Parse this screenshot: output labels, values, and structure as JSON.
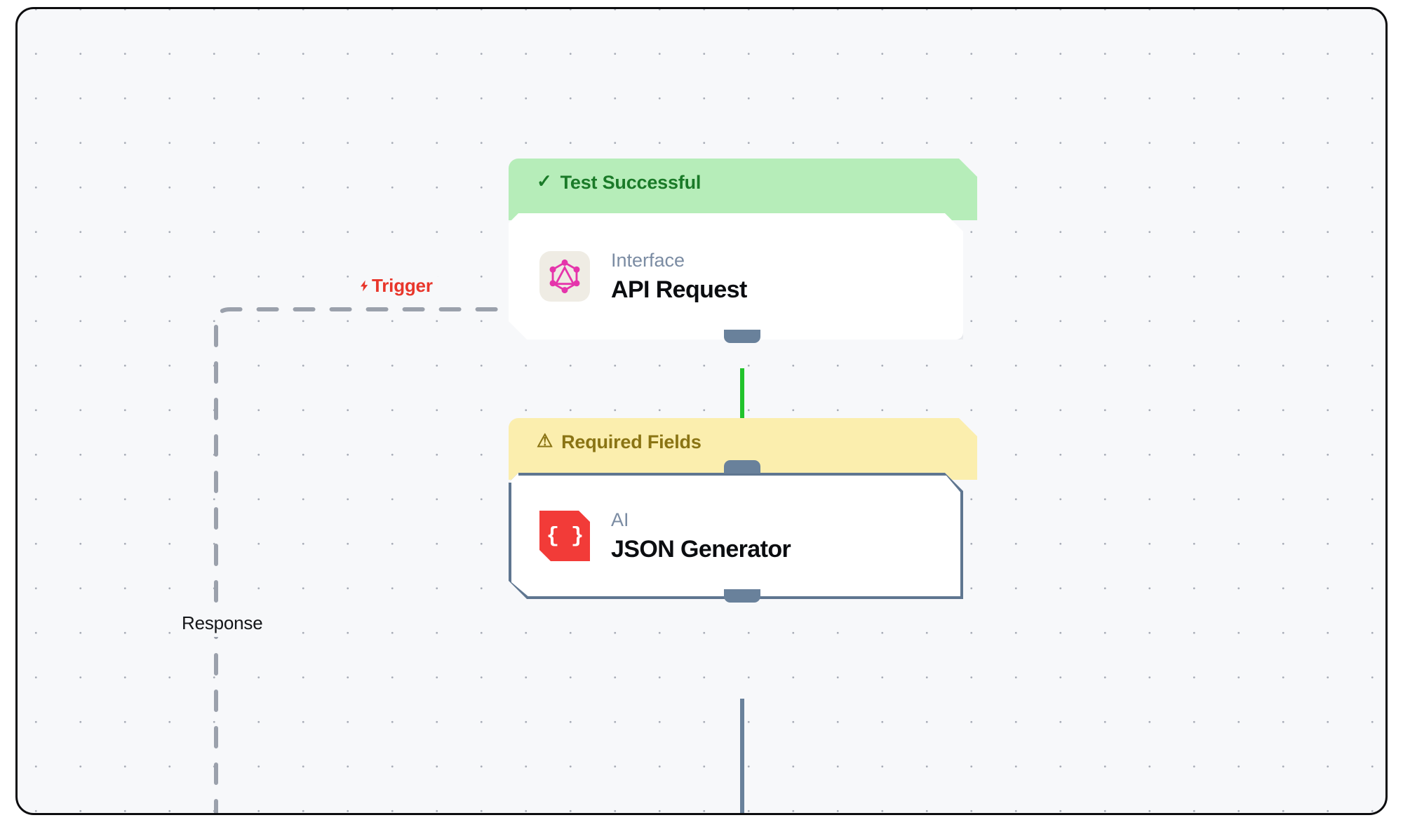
{
  "canvas": {
    "background_color": "#f7f8fa",
    "grid": "dot-grid"
  },
  "edges": [
    {
      "id": "trigger-edge",
      "label": "Trigger",
      "icon": "lightning-bolt-icon",
      "icon_glyph": "⚡",
      "color": "#e8362b",
      "style": "dashed"
    },
    {
      "id": "response-edge",
      "label": "Response",
      "color": "#141619",
      "style": "dashed"
    },
    {
      "id": "api-to-json-edge",
      "label": "",
      "color": "#22c32c",
      "style": "solid"
    },
    {
      "id": "json-output-edge",
      "label": "",
      "color": "#69819b",
      "style": "solid"
    }
  ],
  "nodes": [
    {
      "id": "api-request",
      "badge": {
        "text": "Test Successful",
        "glyph": "✓",
        "icon": "check-icon",
        "status": "success",
        "bg_color": "#b6edb9",
        "text_color": "#1a7a28"
      },
      "kind": "Interface",
      "title": "API Request",
      "icon": "graphql-icon",
      "icon_color": "#e535ab",
      "selected": false
    },
    {
      "id": "json-generator",
      "badge": {
        "text": "Required Fields",
        "glyph": "⚠",
        "icon": "warning-triangle-icon",
        "status": "warning",
        "bg_color": "#fbeeae",
        "text_color": "#8a7414"
      },
      "kind": "AI",
      "title": "JSON Generator",
      "icon": "json-braces-icon",
      "icon_glyph": "{ }",
      "icon_color": "#f23b38",
      "selected": true
    }
  ]
}
